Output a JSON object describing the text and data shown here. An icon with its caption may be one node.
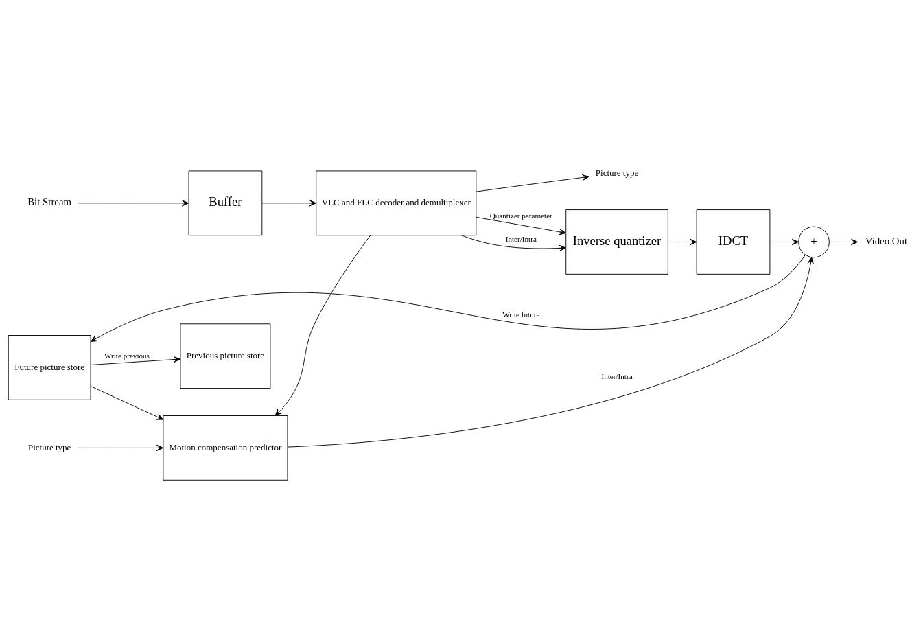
{
  "diagram": {
    "nodes": [
      {
        "text": [
          "Bit Stream"
        ]
      },
      {
        "text": [
          "Buffer"
        ]
      },
      {
        "text": [
          "VLC and FLC decoder and demultiplexer"
        ]
      },
      {
        "text": [
          "Picture type"
        ]
      },
      {
        "text": [
          "Inverse quantizer"
        ]
      },
      {
        "text": [
          "IDCT"
        ]
      },
      {
        "text": [
          "+"
        ]
      },
      {
        "text": [
          "Video Out"
        ]
      },
      {
        "text": [
          "Previous picture store"
        ]
      },
      {
        "text": [
          "Future picture store"
        ]
      },
      {
        "text": [
          "Motion compensation predictor"
        ]
      },
      {
        "text": [
          "Picture type"
        ]
      }
    ],
    "edges": [
      {
        "from": 0,
        "to": 1,
        "arrow": "to"
      },
      {
        "from": 1,
        "to": 2,
        "arrow": "to"
      },
      {
        "from": 2,
        "to": 3,
        "arrow": "to"
      },
      {
        "from": 2,
        "to": 4,
        "arrow": "to",
        "label": "Quantizer parameter"
      },
      {
        "from": 2,
        "to": 4,
        "arrow": "to",
        "label": "Inter/Intra"
      },
      {
        "from": 4,
        "to": 5,
        "arrow": "to"
      },
      {
        "from": 5,
        "to": 6,
        "arrow": "to"
      },
      {
        "from": 6,
        "to": 7,
        "arrow": "to"
      },
      {
        "from": 6,
        "to": 9,
        "arrow": "to",
        "label": "Write future"
      },
      {
        "from": 9,
        "to": 8,
        "arrow": "to",
        "label": "Write previous"
      },
      {
        "from": 9,
        "to": 10,
        "arrow": "to"
      },
      {
        "from": 2,
        "to": 10,
        "arrow": "to"
      },
      {
        "from": 11,
        "to": 10,
        "arrow": "to"
      },
      {
        "from": 10,
        "to": 6,
        "arrow": "to",
        "label": "Inter/Intra"
      }
    ]
  }
}
